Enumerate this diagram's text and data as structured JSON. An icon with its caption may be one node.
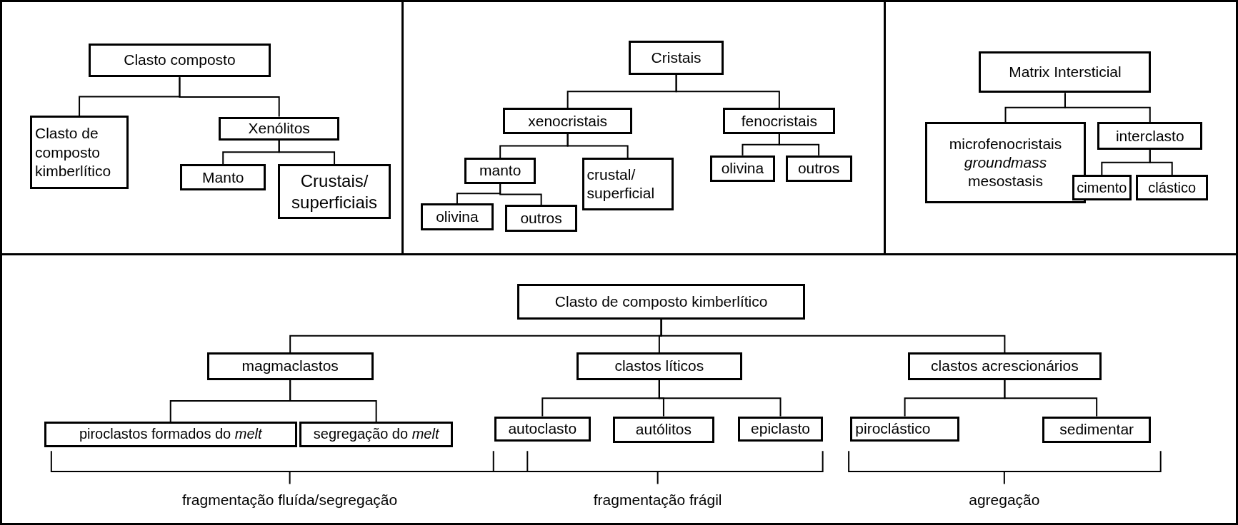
{
  "diagram": {
    "nodes": [
      {
        "text": [
          "Clasto composto"
        ]
      },
      {
        "text": [
          "Clasto de composto kimberlítico"
        ]
      },
      {
        "text": [
          "Xenólitos"
        ]
      },
      {
        "text": [
          "Manto"
        ]
      },
      {
        "text": [
          "Crustais/ superficiais"
        ]
      },
      {
        "text": [
          "Cristais"
        ]
      },
      {
        "text": [
          "xenocristais"
        ]
      },
      {
        "text": [
          "fenocristais"
        ]
      },
      {
        "text": [
          "manto"
        ]
      },
      {
        "text": [
          "crustal/ superficial"
        ]
      },
      {
        "text": [
          "olivina"
        ]
      },
      {
        "text": [
          "outros"
        ]
      },
      {
        "text": [
          "olivina"
        ]
      },
      {
        "text": [
          "outros"
        ]
      },
      {
        "text": [
          "Matrix Intersticial"
        ]
      },
      {
        "text": [
          "microfenocristais *groundmass* mesostasis"
        ]
      },
      {
        "text": [
          "interclasto"
        ]
      },
      {
        "text": [
          "cimento"
        ]
      },
      {
        "text": [
          "clástico"
        ]
      },
      {
        "text": [
          "Clasto de composto kimberlítico"
        ]
      },
      {
        "text": [
          "magmaclastos"
        ]
      },
      {
        "text": [
          "clastos líticos"
        ]
      },
      {
        "text": [
          "clastos acrescionários"
        ]
      },
      {
        "text": [
          "piroclastos formados do *melt*"
        ]
      },
      {
        "text": [
          "segregação do *melt*"
        ]
      },
      {
        "text": [
          "autoclasto"
        ]
      },
      {
        "text": [
          "autólitos"
        ]
      },
      {
        "text": [
          "epiclasto"
        ]
      },
      {
        "text": [
          "piroclástico"
        ]
      },
      {
        "text": [
          "sedimentar"
        ]
      }
    ],
    "edges": [
      {
        "from": 0,
        "to": 1,
        "arrow": "none"
      },
      {
        "from": 0,
        "to": 2,
        "arrow": "none"
      },
      {
        "from": 2,
        "to": 3,
        "arrow": "none"
      },
      {
        "from": 2,
        "to": 4,
        "arrow": "none"
      },
      {
        "from": 5,
        "to": 6,
        "arrow": "none"
      },
      {
        "from": 5,
        "to": 7,
        "arrow": "none"
      },
      {
        "from": 6,
        "to": 8,
        "arrow": "none"
      },
      {
        "from": 6,
        "to": 9,
        "arrow": "none"
      },
      {
        "from": 8,
        "to": 10,
        "arrow": "none"
      },
      {
        "from": 8,
        "to": 11,
        "arrow": "none"
      },
      {
        "from": 7,
        "to": 12,
        "arrow": "none"
      },
      {
        "from": 7,
        "to": 13,
        "arrow": "none"
      },
      {
        "from": 14,
        "to": 15,
        "arrow": "none"
      },
      {
        "from": 14,
        "to": 16,
        "arrow": "none"
      },
      {
        "from": 16,
        "to": 17,
        "arrow": "none"
      },
      {
        "from": 16,
        "to": 18,
        "arrow": "none"
      },
      {
        "from": 19,
        "to": 20,
        "arrow": "none"
      },
      {
        "from": 19,
        "to": 21,
        "arrow": "none"
      },
      {
        "from": 19,
        "to": 22,
        "arrow": "none"
      },
      {
        "from": 20,
        "to": 23,
        "arrow": "none"
      },
      {
        "from": 20,
        "to": 24,
        "arrow": "none"
      },
      {
        "from": 21,
        "to": 25,
        "arrow": "none"
      },
      {
        "from": 21,
        "to": 26,
        "arrow": "none"
      },
      {
        "from": 21,
        "to": 27,
        "arrow": "none"
      },
      {
        "from": 22,
        "to": 28,
        "arrow": "none"
      },
      {
        "from": 22,
        "to": 29,
        "arrow": "none"
      }
    ],
    "labels": [
      "fragmentação fluída/segregação",
      "fragmentação frágil",
      "agregação"
    ]
  }
}
